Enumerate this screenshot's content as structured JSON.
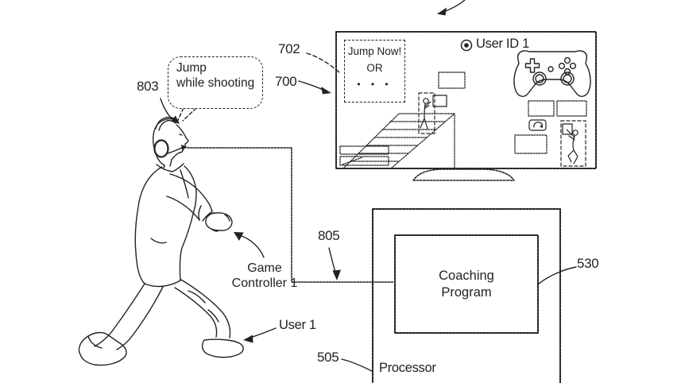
{
  "colors": {
    "ink": "#222222",
    "paper": "#ffffff"
  },
  "labels": {
    "ref_803": "803",
    "ref_702": "702",
    "ref_700": "700",
    "ref_805": "805",
    "ref_530": "530",
    "ref_505": "505"
  },
  "speech_bubble": {
    "line1": "Jump",
    "line2": "while shooting"
  },
  "screen": {
    "hint_box": {
      "line1": "Jump Now!",
      "line2": "OR",
      "line3": "• • •"
    },
    "user_id_label": "User ID 1",
    "icons": {
      "user_id": "double-circle",
      "replay_hint": "curved-arrow"
    }
  },
  "processor_box": {
    "label": "Processor",
    "coaching_program": {
      "line1": "Coaching",
      "line2": "Program"
    }
  },
  "captions": {
    "game_controller_line1": "Game",
    "game_controller_line2": "Controller 1",
    "user": "User 1"
  }
}
